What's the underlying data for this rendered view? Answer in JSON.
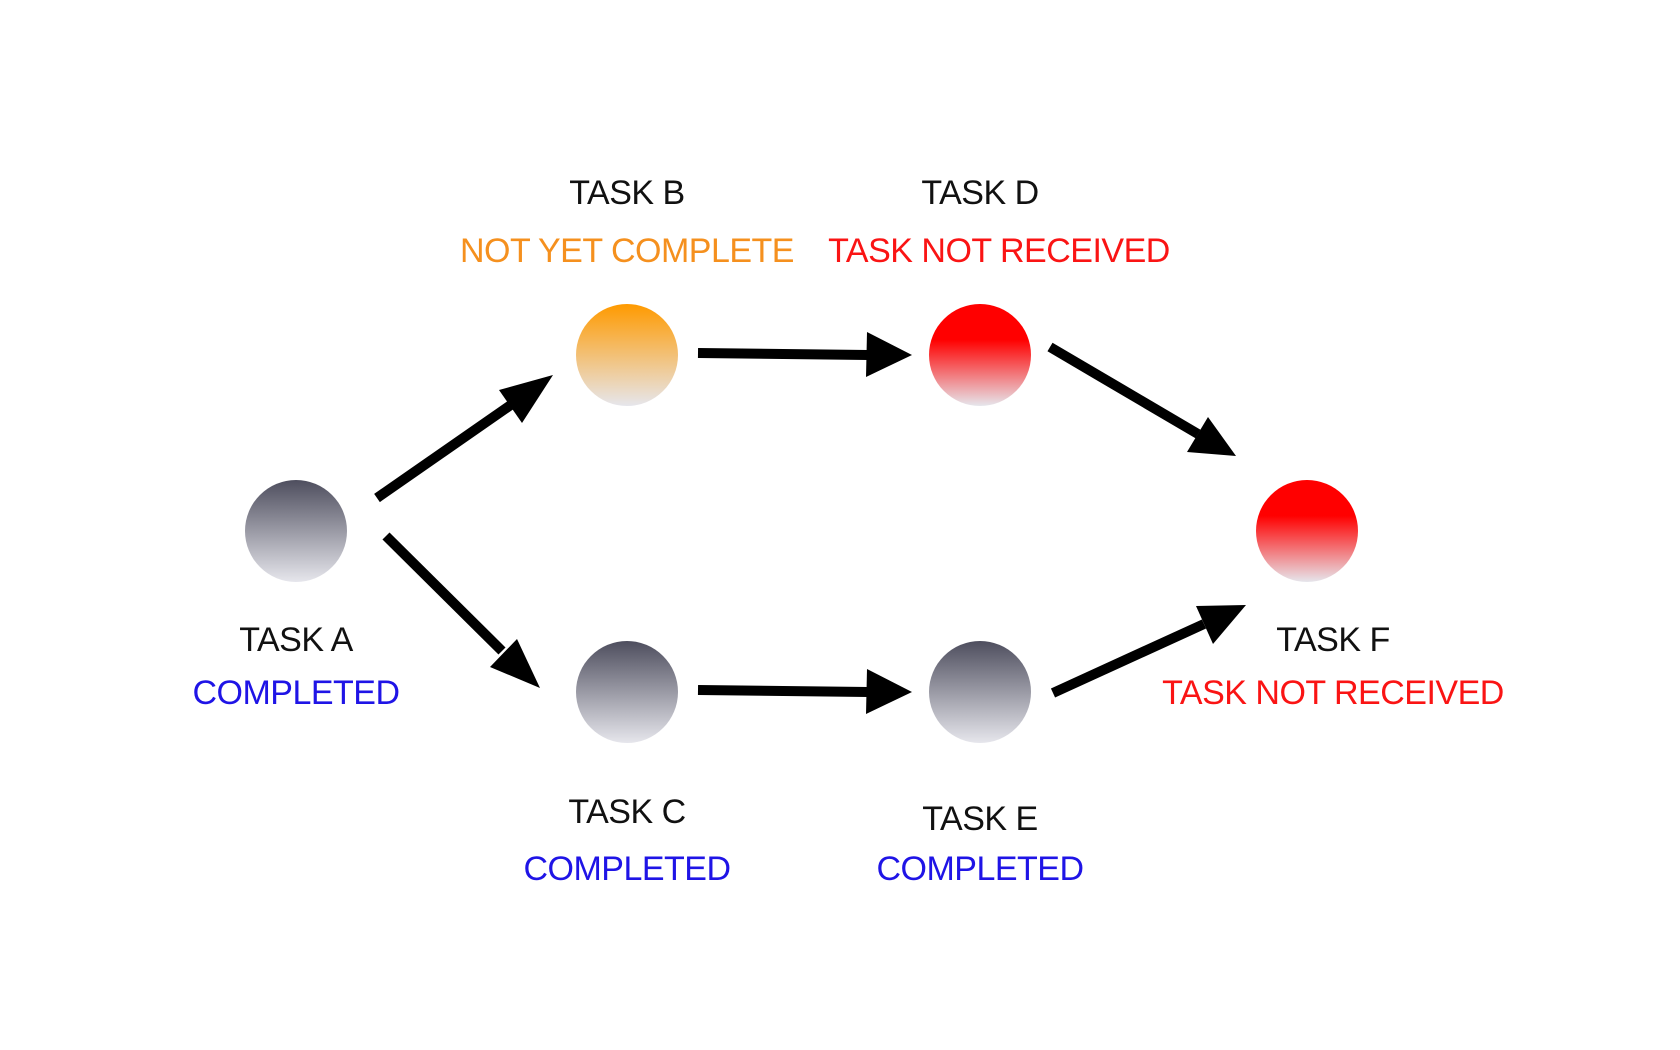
{
  "colors": {
    "completed_text": "#1f14e6",
    "pending_text": "#f5901e",
    "not_received_text": "#fa1414",
    "completed_node_top": "#4e4e5e",
    "completed_node_bottom": "#e6e6ec",
    "pending_node_top": "#ff9a00",
    "pending_node_bottom": "#e6e6ec",
    "not_received_node_top": "#ff0000",
    "not_received_node_bottom": "#e6e6ec",
    "arrow": "#000000"
  },
  "tasks": [
    {
      "id": "a",
      "name": "TASK A",
      "status": "COMPLETED",
      "state": "completed"
    },
    {
      "id": "b",
      "name": "TASK B",
      "status": "NOT YET COMPLETE",
      "state": "pending"
    },
    {
      "id": "c",
      "name": "TASK C",
      "status": "COMPLETED",
      "state": "completed"
    },
    {
      "id": "d",
      "name": "TASK D",
      "status": "TASK NOT RECEIVED",
      "state": "not_received"
    },
    {
      "id": "e",
      "name": "TASK E",
      "status": "COMPLETED",
      "state": "completed"
    },
    {
      "id": "f",
      "name": "TASK F",
      "status": "TASK NOT RECEIVED",
      "state": "not_received"
    }
  ],
  "edges": [
    {
      "from": "TASK A",
      "to": "TASK B"
    },
    {
      "from": "TASK A",
      "to": "TASK C"
    },
    {
      "from": "TASK B",
      "to": "TASK D"
    },
    {
      "from": "TASK C",
      "to": "TASK E"
    },
    {
      "from": "TASK D",
      "to": "TASK F"
    },
    {
      "from": "TASK E",
      "to": "TASK F"
    }
  ]
}
